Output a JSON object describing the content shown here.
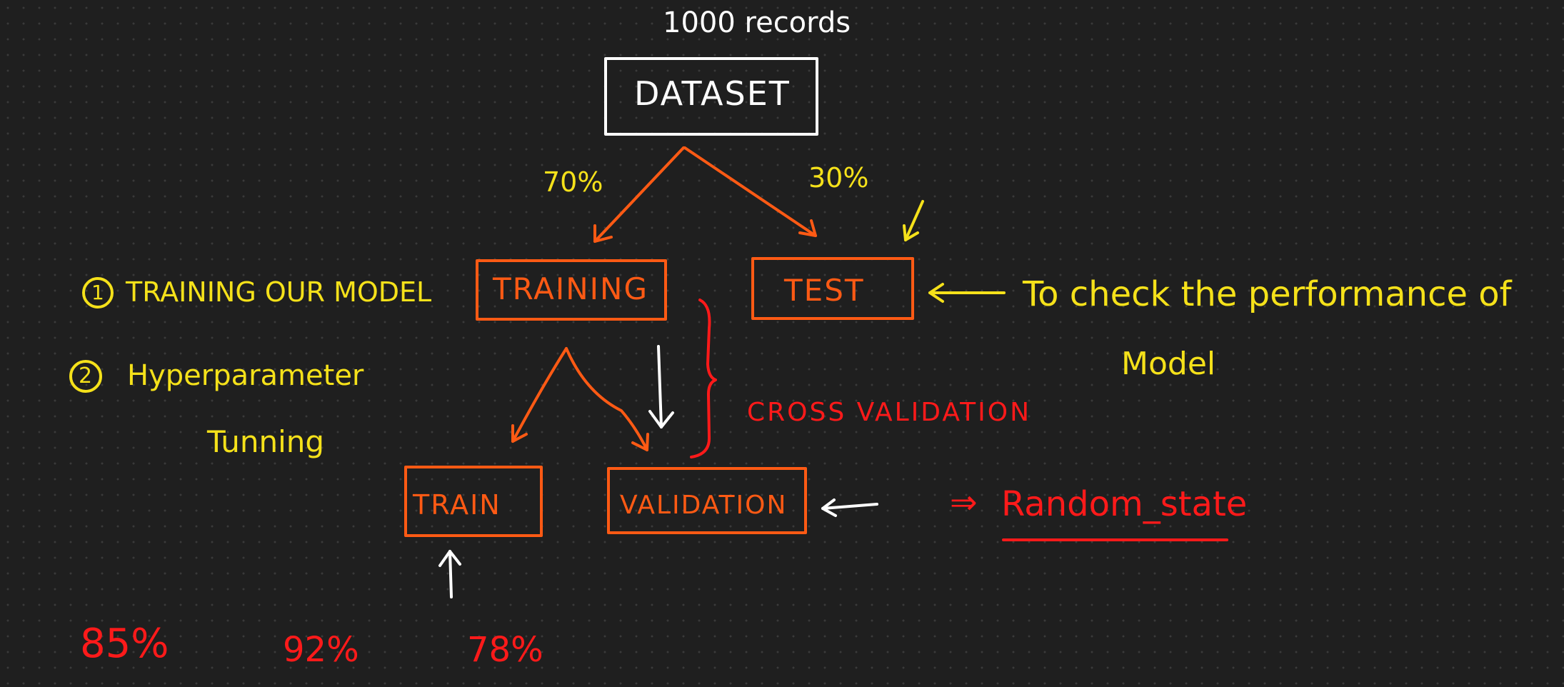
{
  "colors": {
    "background": "#1f1f1f",
    "yellow": "#f5e11a",
    "orange": "#ff5a14",
    "red": "#ff1a1a",
    "white": "#ffffff"
  },
  "header": {
    "records": "1000 records"
  },
  "nodes": {
    "dataset": "DATASET",
    "training": "TRAINING",
    "test": "TEST",
    "train": "TRAIN",
    "validation": "VALIDATION"
  },
  "split": {
    "left": "70%",
    "right": "30%"
  },
  "notes": {
    "item1_num": "1",
    "item1": "TRAINING OUR MODEL",
    "item2_num": "2",
    "item2_line1": "Hyperparameter",
    "item2_line2": "Tunning",
    "test_note_line1": "To check the performance of",
    "test_note_line2": "Model",
    "cross_validation": "CROSS VALIDATION",
    "random_state_arrow": "⇒",
    "random_state": "Random_state"
  },
  "scores": {
    "first": "85%",
    "second": "92%",
    "third": "78%"
  },
  "icons": [
    "arrow-down-left-icon",
    "arrow-down-right-icon",
    "arrow-left-icon",
    "arrow-up-icon",
    "curly-brace-icon"
  ]
}
